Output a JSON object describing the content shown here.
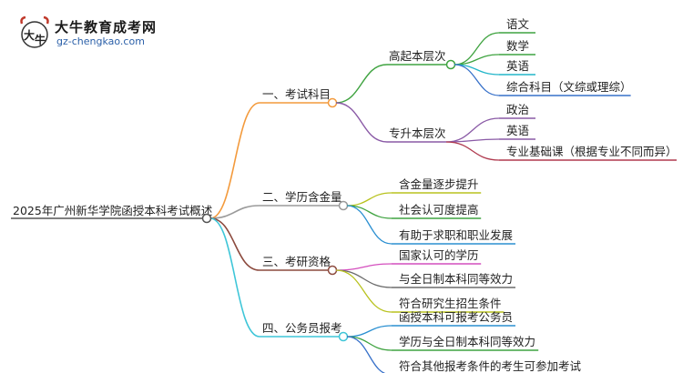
{
  "logo": {
    "title": "大牛教育成考网",
    "url": "gz-chengkao.com",
    "mark_text": "大牛"
  },
  "root": {
    "label": "2025年广州新华学院函授本科考试概述"
  },
  "branches": [
    {
      "label": "一、考试科目",
      "color": "#f39a3c",
      "groups": [
        {
          "label": "高起本层次",
          "color": "#3fa340",
          "leaves": [
            {
              "label": "语文",
              "color": "#3fa340"
            },
            {
              "label": "数学",
              "color": "#3fa340"
            },
            {
              "label": "英语",
              "color": "#22b5c9"
            },
            {
              "label": "综合科目（文综或理综）",
              "color": "#3670c9"
            }
          ]
        },
        {
          "label": "专升本层次",
          "color": "#8a5aa6",
          "leaves": [
            {
              "label": "政治",
              "color": "#8a5aa6"
            },
            {
              "label": "英语",
              "color": "#8a5aa6"
            },
            {
              "label": "专业基础课（根据专业不同而异）",
              "color": "#b03a4f"
            }
          ]
        }
      ]
    },
    {
      "label": "二、学历含金量",
      "color": "#9a9a9a",
      "leaves": [
        {
          "label": "含金量逐步提升",
          "color": "#b8c21e"
        },
        {
          "label": "社会认可度提高",
          "color": "#3fa340"
        },
        {
          "label": "有助于求职和职业发展",
          "color": "#2a8fd1"
        }
      ]
    },
    {
      "label": "三、考研资格",
      "color": "#8c4a3e",
      "leaves": [
        {
          "label": "国家认可的学历",
          "color": "#d44fbe"
        },
        {
          "label": "与全日制本科同等效力",
          "color": "#6b6b6b"
        },
        {
          "label": "符合研究生招生条件",
          "color": "#b8c21e"
        }
      ]
    },
    {
      "label": "四、公务员报考",
      "color": "#3fc6d8",
      "leaves": [
        {
          "label": "函授本科可报考公务员",
          "color": "#2a8fd1"
        },
        {
          "label": "学历与全日制本科同等效力",
          "color": "#3fa340"
        },
        {
          "label": "符合其他报考条件的考生可参加考试",
          "color": "#3670c9"
        }
      ]
    }
  ]
}
